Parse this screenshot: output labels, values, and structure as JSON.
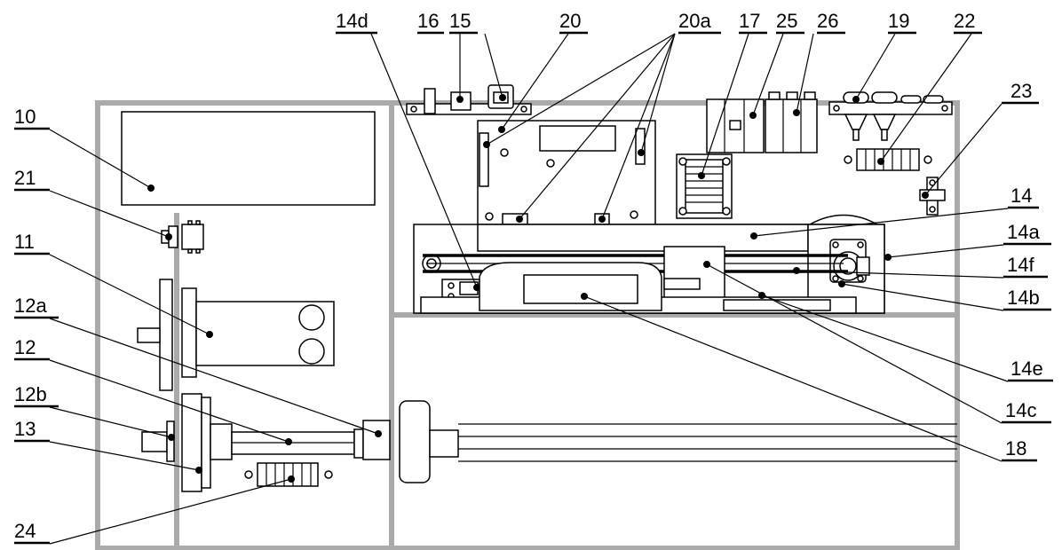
{
  "diagram": {
    "labels": {
      "l10": "10",
      "l21": "21",
      "l11": "11",
      "l12a": "12a",
      "l12": "12",
      "l12b": "12b",
      "l13": "13",
      "l24": "24",
      "l14d": "14d",
      "l16": "16",
      "l15": "15",
      "l20": "20",
      "l20a": "20a",
      "l17": "17",
      "l25": "25",
      "l26": "26",
      "l19": "19",
      "l22": "22",
      "l23": "23",
      "l14": "14",
      "l14a": "14a",
      "l14f": "14f",
      "l14b": "14b",
      "l14e": "14e",
      "l14c": "14c",
      "l18": "18"
    },
    "colors": {
      "frame": "#aaaaaa",
      "line": "#000000",
      "background": "#ffffff"
    }
  }
}
